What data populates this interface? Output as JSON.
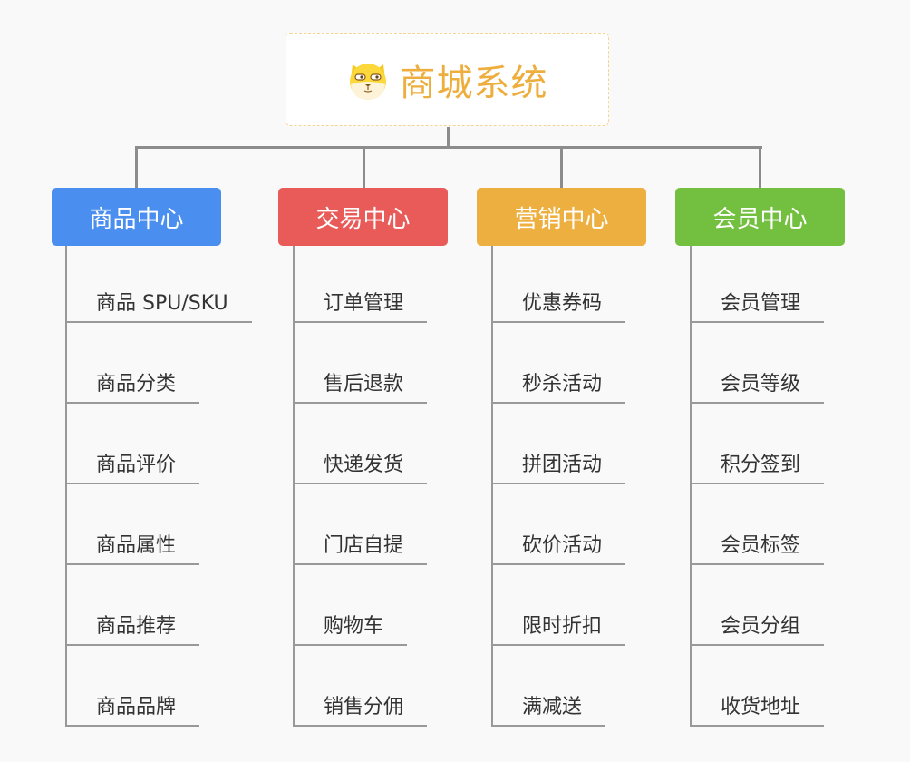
{
  "title": "商城系统",
  "icon": "shiba-dog-face-icon",
  "colors": {
    "title": "#edae3e",
    "blue": "#4a8ef0",
    "red": "#e85b58",
    "orange": "#edb040",
    "green": "#73c040"
  },
  "columns": [
    {
      "label": "商品中心",
      "color": "#4a8ef0",
      "items": [
        "商品 SPU/SKU",
        "商品分类",
        "商品评价",
        "商品属性",
        "商品推荐",
        "商品品牌"
      ]
    },
    {
      "label": "交易中心",
      "color": "#e85b58",
      "items": [
        "订单管理",
        "售后退款",
        "快递发货",
        "门店自提",
        "购物车",
        "销售分佣"
      ]
    },
    {
      "label": "营销中心",
      "color": "#edb040",
      "items": [
        "优惠券码",
        "秒杀活动",
        "拼团活动",
        "砍价活动",
        "限时折扣",
        "满减送"
      ]
    },
    {
      "label": "会员中心",
      "color": "#73c040",
      "items": [
        "会员管理",
        "会员等级",
        "积分签到",
        "会员标签",
        "会员分组",
        "收货地址"
      ]
    }
  ]
}
